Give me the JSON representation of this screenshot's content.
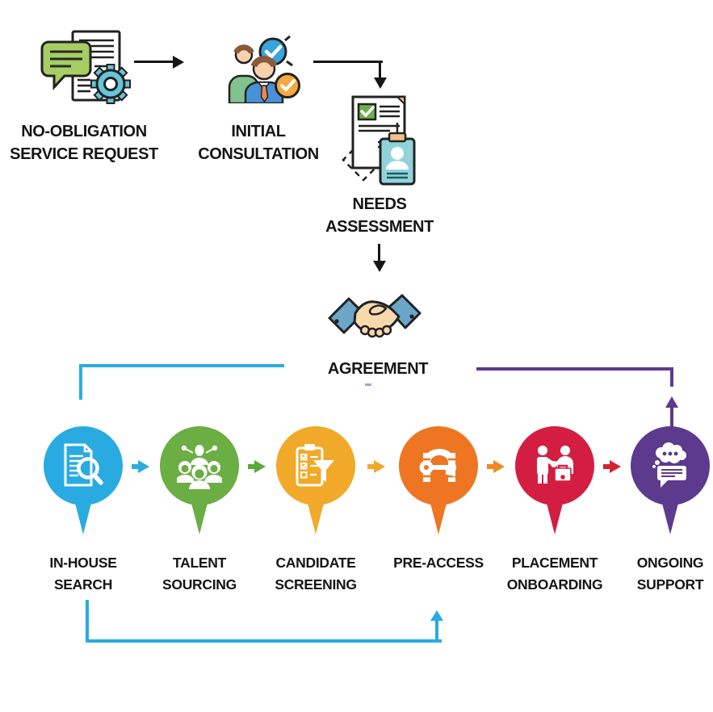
{
  "diagram_title": "recruitment-service-process-flow",
  "colors": {
    "line_black": "#161616",
    "blue": "#29abe2",
    "green": "#6bae44",
    "amber": "#f0a929",
    "orange": "#ee7623",
    "red": "#d31e42",
    "purple": "#5c3a8e",
    "purple_dash": "#b39ddb"
  },
  "top_flow": [
    {
      "label_line1": "NO-OBLIGATION",
      "label_line2": "SERVICE REQUEST",
      "icon": "chat-document-gear-icon"
    },
    {
      "label_line1": "INITIAL",
      "label_line2": "CONSULTATION",
      "icon": "consultation-people-check-icon"
    },
    {
      "label_line1": "NEEDS",
      "label_line2": "ASSESSMENT",
      "icon": "document-id-badge-icon"
    },
    {
      "label_line1": "AGREEMENT",
      "label_line2": "",
      "icon": "handshake-icon"
    }
  ],
  "pipeline": [
    {
      "label_line1": "IN-HOUSE",
      "label_line2": "SEARCH",
      "color": "#29abe2",
      "icon": "document-magnifier-icon"
    },
    {
      "label_line1": "TALENT",
      "label_line2": "SOURCING",
      "color": "#6bae44",
      "icon": "people-network-icon"
    },
    {
      "label_line1": "CANDIDATE",
      "label_line2": "SCREENING",
      "color": "#f0a929",
      "icon": "clipboard-funnel-icon"
    },
    {
      "label_line1": "PRE-ACCESS",
      "label_line2": "",
      "color": "#ee7623",
      "icon": "key-gate-icon"
    },
    {
      "label_line1": "PLACEMENT",
      "label_line2": "ONBOARDING",
      "color": "#d31e42",
      "icon": "handshake-briefcase-icon"
    },
    {
      "label_line1": "ONGOING",
      "label_line2": "SUPPORT",
      "color": "#5c3a8e",
      "icon": "thought-chat-bubble-icon"
    }
  ],
  "pipeline_arrows": [
    {
      "color": "#29abe2"
    },
    {
      "color": "#5da93c"
    },
    {
      "color": "#f0a929"
    },
    {
      "color": "#f08921"
    },
    {
      "color": "#d32330"
    }
  ]
}
